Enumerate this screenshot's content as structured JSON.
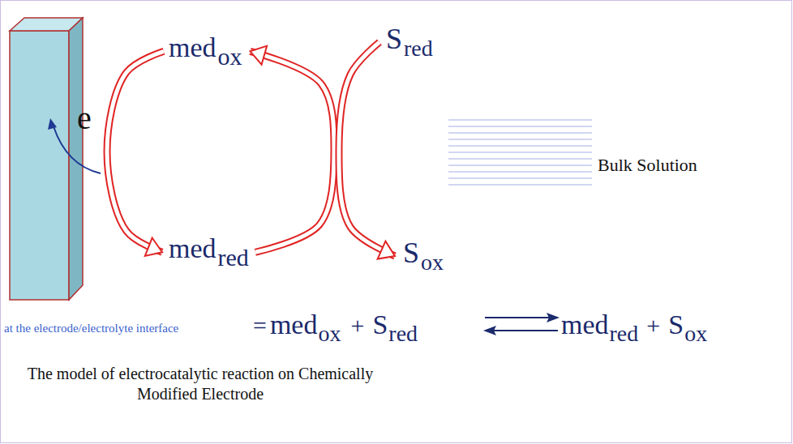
{
  "diagram": {
    "caption": "The model of electrocatalytic reaction on Chemically Modified Electrode",
    "nodes": [
      {
        "text": [
          "med",
          "ox"
        ]
      },
      {
        "text": [
          "S",
          "red"
        ]
      },
      {
        "text": [
          "med",
          "red"
        ]
      },
      {
        "text": [
          "S",
          "ox"
        ]
      }
    ],
    "edges": [
      {
        "from": 0,
        "to": 2,
        "arrow": "to"
      },
      {
        "from": 2,
        "to": 0,
        "arrow": "to"
      },
      {
        "from": 1,
        "to": 3,
        "arrow": "to"
      }
    ],
    "labels": [
      "e",
      "Bulk Solution",
      "at the electrode/electrolyte interface",
      "=",
      "med",
      "ox",
      "+",
      "S",
      "red",
      "med",
      "red",
      "+",
      "S",
      "ox"
    ]
  }
}
